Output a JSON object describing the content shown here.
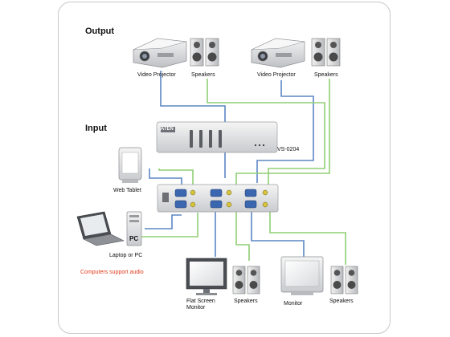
{
  "headings": {
    "output": "Output",
    "input": "Input"
  },
  "labels": {
    "projector1": "Video Projector",
    "speakers1": "Speakers",
    "projector2": "Video Projector",
    "speakers2": "Speakers",
    "model": "VS-0204",
    "brand": "ATEN",
    "web_tablet": "Web Tablet",
    "laptop_pc": "Laptop or PC",
    "pc_tag": "PC",
    "flat_screen_monitor": "Flat Screen Monitor",
    "speakers3": "Speakers",
    "monitor": "Monitor",
    "speakers4": "Speakers"
  },
  "notes": {
    "audio_support": "Computers support audio"
  },
  "colors": {
    "video_cable": "#5b86c4",
    "audio_cable": "#8fcf74",
    "frame_border": "#c8c8c8",
    "note_red": "#e23a1c",
    "device_gray": "#d4d6da",
    "port_blue": "#3a67b0",
    "port_yellow": "#d7c43a"
  }
}
